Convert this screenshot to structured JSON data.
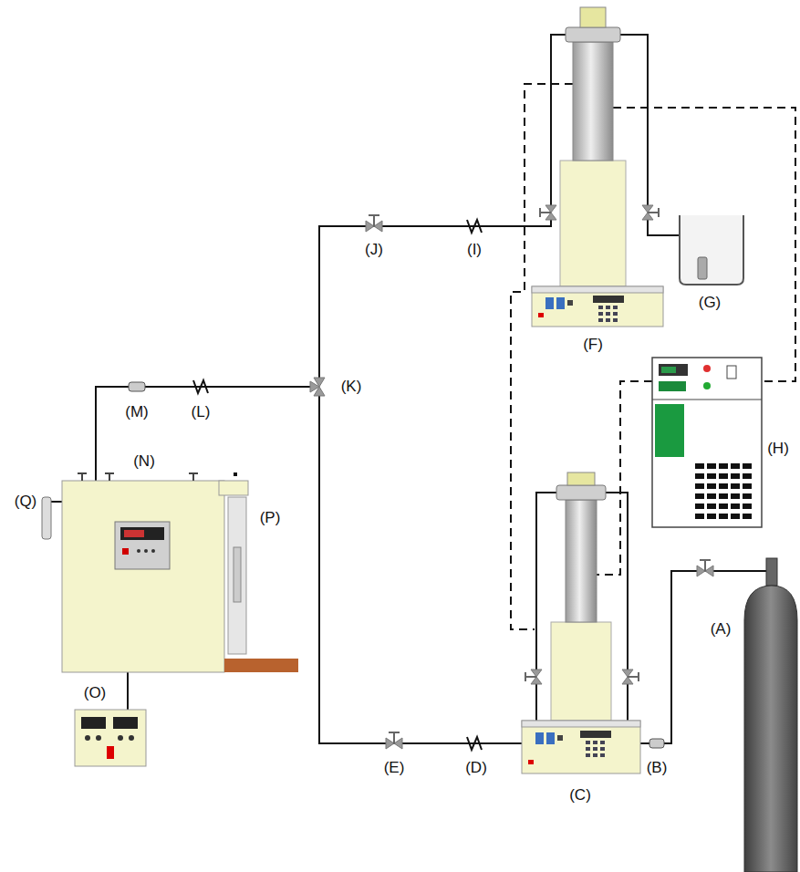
{
  "diagram": {
    "labels": [
      "(A)",
      "(B)",
      "(C)",
      "(D)",
      "(E)",
      "(F)",
      "(G)",
      "(H)",
      "(I)",
      "(J)",
      "(K)",
      "(L)",
      "(M)",
      "(N)",
      "(O)",
      "(P)",
      "(Q)"
    ]
  }
}
